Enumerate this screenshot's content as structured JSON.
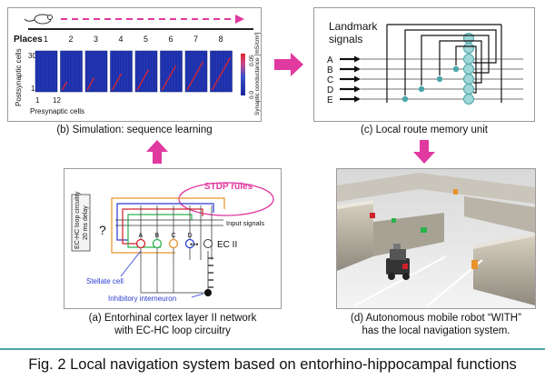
{
  "panel_a": {
    "caption_line1": "(a) Entorhinal cortex layer II network",
    "caption_line2": "with EC-HC loop circuitry",
    "stdp_label": "STDP rules",
    "loop_label_line1": "EC-HC loop circuitry",
    "loop_label_line2": "20 ms delay",
    "question": "?",
    "input_label": "Input signals",
    "ec_label": "EC II",
    "stellate_label": "Stellate cell",
    "inhibitory_label": "Inhibitory interneuron",
    "cell_labels": [
      "A",
      "B",
      "C",
      "D"
    ],
    "dots": "•••"
  },
  "panel_b": {
    "caption": "(b) Simulation: sequence learning",
    "places_label": "Places",
    "place_numbers": [
      "1",
      "2",
      "3",
      "4",
      "5",
      "6",
      "7",
      "8"
    ],
    "y_axis_label": "Postsynaptic cells",
    "x_axis_label": "Presynaptic cells",
    "y_tick_top": "30",
    "y_tick_bottom": "1",
    "x_tick_left": "1",
    "x_tick_right": "12",
    "colorbar_label": "Synaptic conductance [mS/cm²]",
    "colorbar_top": "0.05",
    "colorbar_bottom": "0.0"
  },
  "panel_c": {
    "caption": "(c) Local route memory unit",
    "title_line1": "Landmark",
    "title_line2": "signals",
    "signals": [
      "A",
      "B",
      "C",
      "D",
      "E"
    ]
  },
  "panel_d": {
    "caption_line1": "(d) Autonomous mobile robot “WITH”",
    "caption_line2": "has the local navigation system."
  },
  "figure_caption": "Fig. 2 Local navigation system based on entorhino-hippocampal functions",
  "colors": {
    "magenta": "#e0399f",
    "teal": "#4aa6a8",
    "matrix_blue": "#1d2fa8",
    "green": "#29b34a",
    "orange": "#e8932b",
    "red": "#d0202a",
    "blue_text": "#2a3bd1"
  }
}
